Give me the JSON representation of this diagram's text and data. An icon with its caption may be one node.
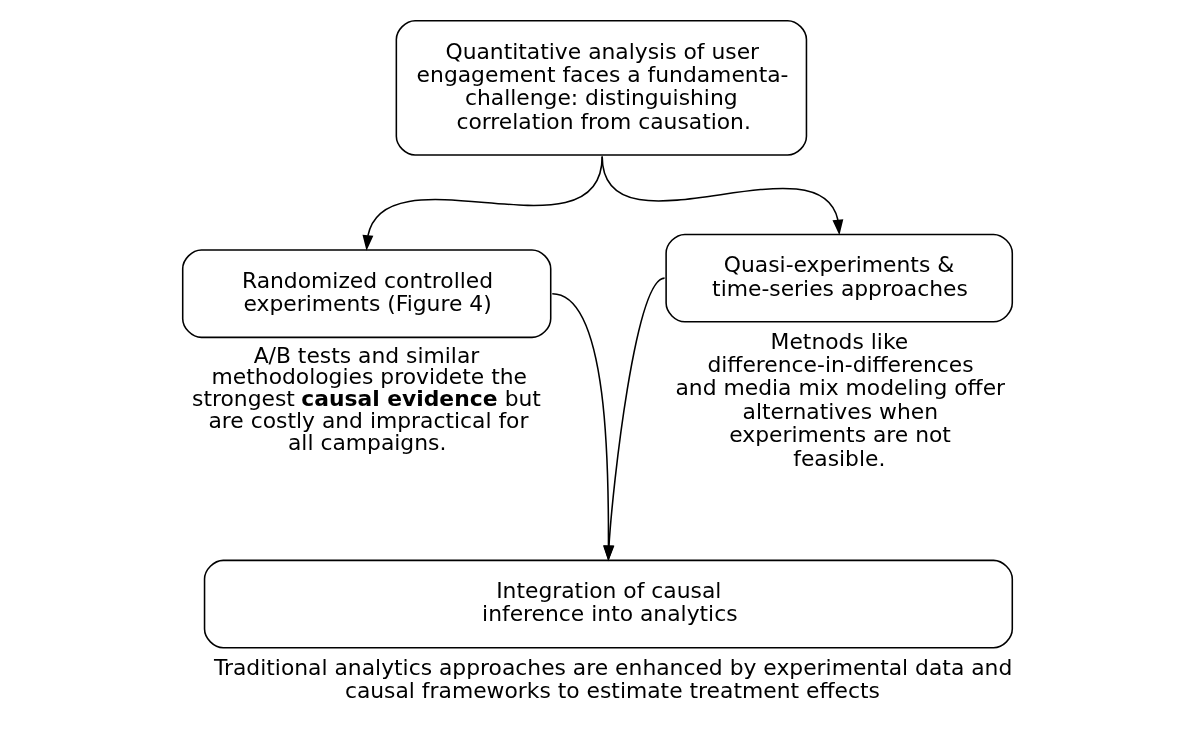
{
  "diagram": {
    "nodes": [
      {
        "text": [
          "Quantitative analysis of user engagement faces a fundamenta- challenge: distinguishing correlation from causation."
        ]
      },
      {
        "text": [
          "Randomized controlled experiments (Figure 4)"
        ],
        "beside": [
          "A/B tests and similar methodologies providete the strongest **causal evidence** but are costly and impractical for all campaigns."
        ]
      },
      {
        "text": [
          "Quasi-experiments & time-series approaches"
        ],
        "beside": [
          "Metnods like difference-in-differences and media mix modeling offer alternatives when experiments are not feasible."
        ]
      },
      {
        "text": [
          "Integration of causal inference into analytics"
        ],
        "beside": [
          "Traditional analytics approaches are enhanced by experimental data and causal frameworks to estimate treatment effects"
        ]
      }
    ],
    "edges": [
      {
        "from": 0,
        "to": 1,
        "arrow": "to"
      },
      {
        "from": 0,
        "to": 2,
        "arrow": "to"
      },
      {
        "from": 1,
        "to": 3,
        "arrow": "to"
      },
      {
        "from": 2,
        "to": 3,
        "arrow": "to"
      }
    ]
  }
}
